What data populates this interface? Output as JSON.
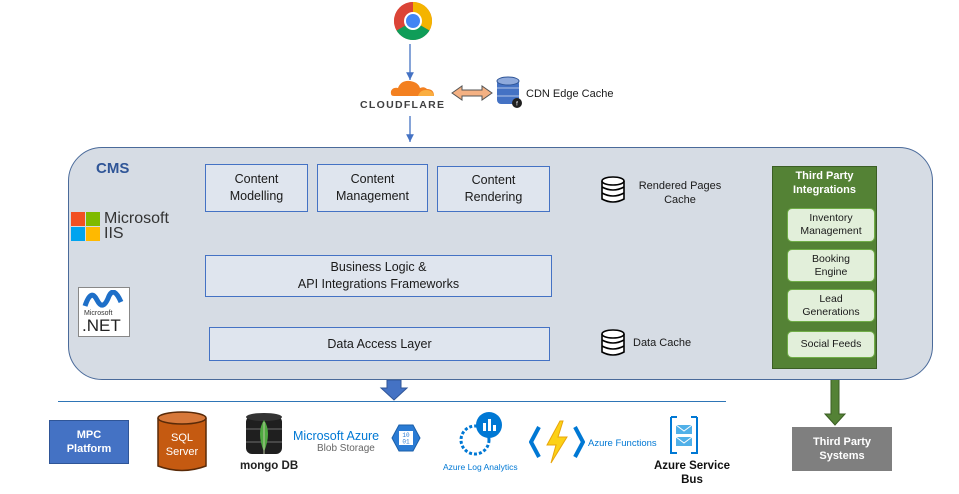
{
  "top": {
    "browser_icon": "chrome-logo",
    "cdn_brand": "CLOUDFLARE",
    "cdn_cache_label": "CDN Edge Cache"
  },
  "cms": {
    "title": "CMS",
    "boxes": {
      "content_modelling": "Content\nModelling",
      "content_management": "Content\nManagement",
      "content_rendering": "Content\nRendering",
      "business_logic": "Business Logic &\nAPI Integrations Frameworks",
      "data_access": "Data Access Layer"
    },
    "rendered_cache_label": "Rendered Pages\nCache",
    "data_cache_label": "Data Cache",
    "iis_label": "Microsoft\nIIS",
    "dotnet_small": "Microsoft",
    "dotnet_label": ".NET"
  },
  "third_party": {
    "title": "Third Party\nIntegrations",
    "items": [
      "Inventory\nManagement",
      "Booking\nEngine",
      "Lead\nGenerations",
      "Social Feeds"
    ],
    "systems_label": "Third Party\nSystems"
  },
  "storage": {
    "mpc": "MPC\nPlatform",
    "sql": "SQL\nServer",
    "mongo": "mongo DB",
    "azure_title": "Microsoft Azure",
    "azure_sub": "Blob Storage",
    "log_analytics": "Azure Log Analytics",
    "functions": "Azure Functions",
    "service_bus": "Azure  Service\nBus"
  },
  "colors": {
    "cms_bg": "#d6dce4",
    "accent_blue": "#4472c4",
    "green": "#548235",
    "cloudflare_orange": "#f38020"
  }
}
